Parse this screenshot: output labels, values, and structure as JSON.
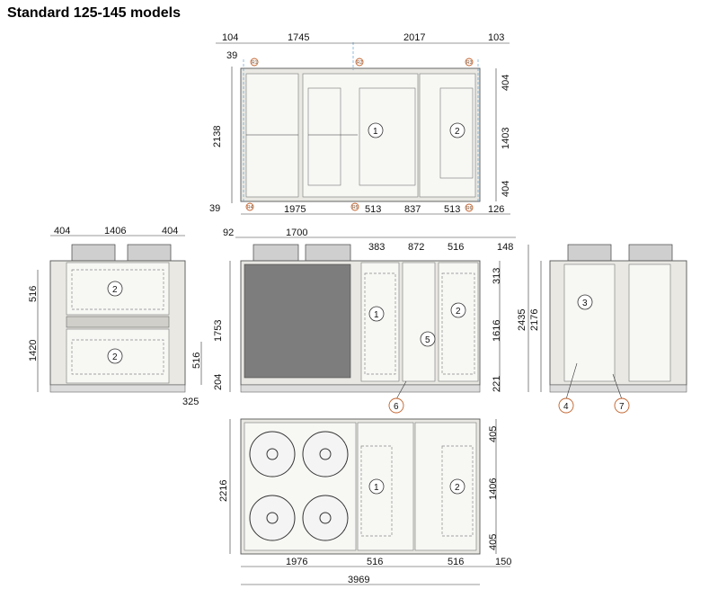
{
  "title": "Standard 125-145 models",
  "top_view": {
    "dims_top": [
      "104",
      "1745",
      "2017",
      "103"
    ],
    "dims_left": [
      "39",
      "2138",
      "39"
    ],
    "dims_right": [
      "404",
      "1403",
      "404"
    ],
    "dims_bottom": [
      "1975",
      "513",
      "837",
      "513",
      "126"
    ],
    "refs": [
      "R1",
      "R2",
      "R3",
      "R4",
      "R5",
      "R6"
    ],
    "callouts": [
      "1",
      "2"
    ]
  },
  "left_view": {
    "dims_top": [
      "404",
      "1406",
      "404"
    ],
    "dims_left": [
      "516",
      "1420"
    ],
    "dims_right": [
      "516",
      "325"
    ],
    "callouts": [
      "2",
      "2"
    ]
  },
  "front_view": {
    "dims_top": [
      "92",
      "1700",
      "383",
      "872",
      "516",
      "148"
    ],
    "dims_left": [
      "1753",
      "204"
    ],
    "dims_right": [
      "313",
      "1616",
      "221"
    ],
    "callouts": [
      "1",
      "5",
      "2",
      "6"
    ]
  },
  "right_view": {
    "dims_left": [
      "2435",
      "2176"
    ],
    "callouts": [
      "3",
      "4",
      "7"
    ]
  },
  "bottom_view": {
    "dims_left": [
      "2216"
    ],
    "dims_right": [
      "405",
      "1406",
      "405"
    ],
    "dims_bottom": [
      "1976",
      "516",
      "516",
      "150"
    ],
    "dims_total": [
      "3969"
    ],
    "callouts": [
      "1",
      "2"
    ]
  }
}
